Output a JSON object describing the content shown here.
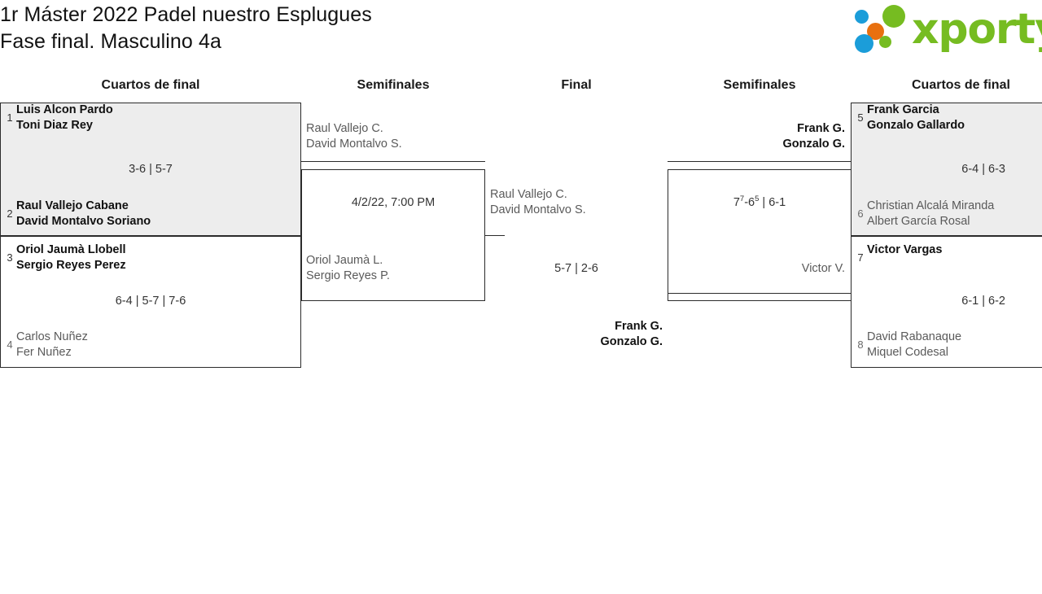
{
  "header": {
    "title_line1": "1r Máster 2022 Padel nuestro Esplugues",
    "title_line2": "Fase final. Masculino 4a",
    "logo_word": "xporty",
    "logo_colors": {
      "green": "#76bc21",
      "orange": "#e8700f",
      "blue": "#1b9dd9"
    }
  },
  "columns": {
    "left_qf": "Cuartos de final",
    "left_sf": "Semifinales",
    "final": "Final",
    "right_sf": "Semifinales",
    "right_qf": "Cuartos de final"
  },
  "matches": {
    "qf1": {
      "top": {
        "seed": "1",
        "player1": "Luis Alcon Pardo",
        "player2": "Toni Diaz Rey",
        "result": "loser"
      },
      "bottom": {
        "seed": "2",
        "player1": "Raul Vallejo Cabane",
        "player2": "David Montalvo Soriano",
        "result": "winner"
      },
      "score": "3-6 | 5-7"
    },
    "qf2": {
      "top": {
        "seed": "3",
        "player1": "Oriol Jaumà Llobell",
        "player2": "Sergio Reyes Perez",
        "result": "winner"
      },
      "bottom": {
        "seed": "4",
        "player1": "Carlos Nuñez",
        "player2": "Fer Nuñez",
        "result": "loser"
      },
      "score": "6-4 | 5-7 | 7-6"
    },
    "sf_left": {
      "top": {
        "player1": "Raul Vallejo C.",
        "player2": "David Montalvo S.",
        "result": "pending"
      },
      "bottom": {
        "player1": "Oriol Jaumà L.",
        "player2": "Sergio Reyes P.",
        "result": "pending"
      },
      "schedule": "4/2/22, 7:00 PM"
    },
    "final": {
      "top": {
        "player1": "Raul Vallejo C.",
        "player2": "David Montalvo S.",
        "result": "loser"
      },
      "bottom": {
        "player1": "Frank G.",
        "player2": "Gonzalo G.",
        "result": "winner"
      },
      "score": "5-7 | 2-6"
    },
    "sf_right": {
      "top": {
        "player1": "Frank G.",
        "player2": "Gonzalo G.",
        "result": "winner"
      },
      "bottom": {
        "player1": "Victor V.",
        "player2": "",
        "result": "loser"
      },
      "score_part1": "7",
      "score_sup1": "7",
      "score_mid": "-6",
      "score_sup2": "5",
      "score_part2": " | 6-1"
    },
    "qf3": {
      "top": {
        "seed": "5",
        "player1": "Frank Garcia",
        "player2": "Gonzalo Gallardo",
        "result": "winner"
      },
      "bottom": {
        "seed": "6",
        "player1": "Christian Alcalá Miranda",
        "player2": "Albert García Rosal",
        "result": "loser"
      },
      "score": "6-4 | 6-3"
    },
    "qf4": {
      "top": {
        "seed": "7",
        "player1": "Victor Vargas",
        "player2": "",
        "result": "winner"
      },
      "bottom": {
        "seed": "8",
        "player1": "David Rabanaque",
        "player2": "Miquel Codesal",
        "result": "loser"
      },
      "score": "6-1 | 6-2"
    }
  }
}
